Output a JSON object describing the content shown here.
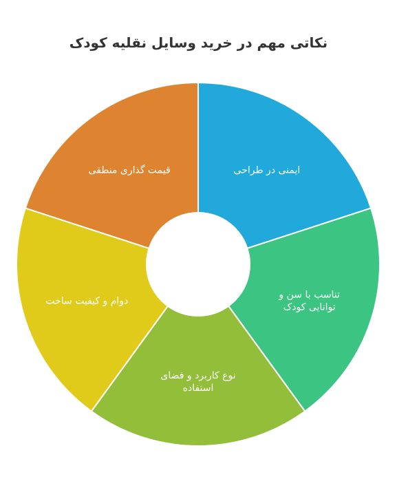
{
  "title": "نکاتی مهم در خرید وسایل نقلیه کودک",
  "segments": [
    {
      "lines": [
        "ایمنی در طراحی"
      ],
      "color": "#22a9dc"
    },
    {
      "lines": [
        "تناسب با سن و",
        "توانایی کودک"
      ],
      "color": "#3cc482"
    },
    {
      "lines": [
        "نوع کاربرد و فضای",
        "استفاده"
      ],
      "color": "#93be3a"
    },
    {
      "lines": [
        "دوام و کیفیت ساخت"
      ],
      "color": "#e0ca1a"
    },
    {
      "lines": [
        "قیمت گذاری منطقی"
      ],
      "color": "#de8431"
    }
  ]
}
